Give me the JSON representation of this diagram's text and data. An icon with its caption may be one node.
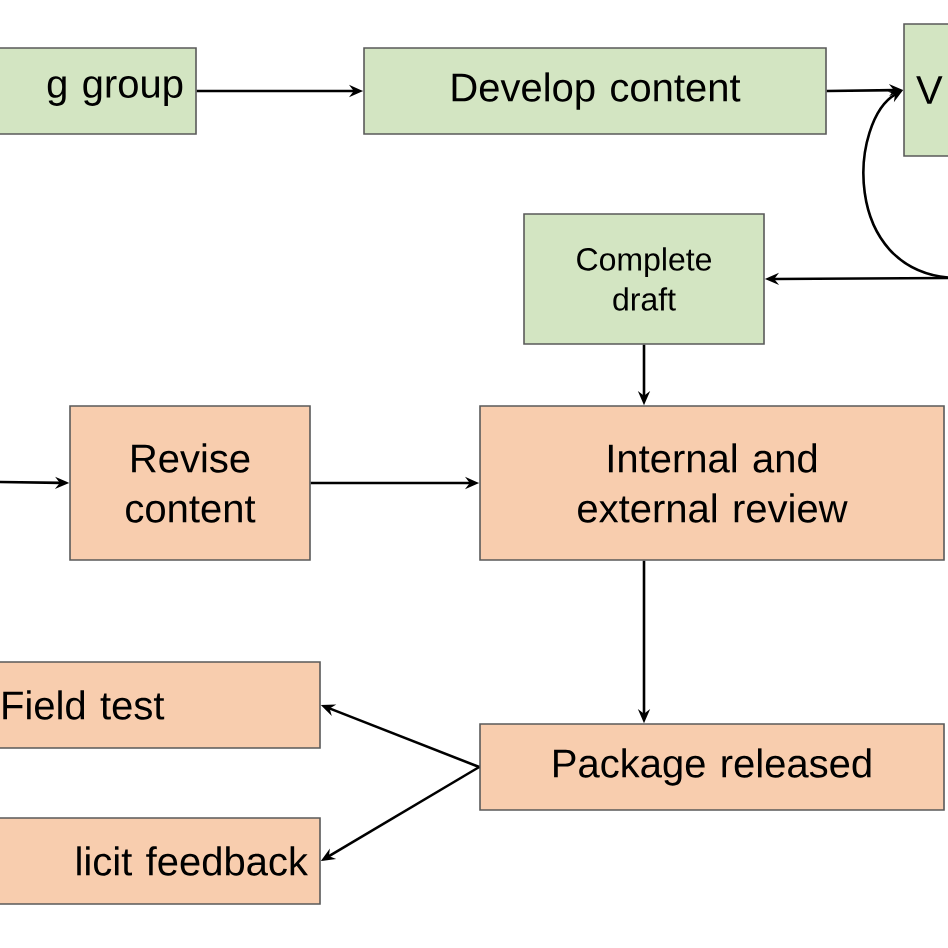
{
  "diagram": {
    "nodes": [
      {
        "text": [
          "g group"
        ]
      },
      {
        "text": [
          "Develop content"
        ]
      },
      {
        "text": [
          "V"
        ]
      },
      {
        "text": [
          "Complete draft"
        ]
      },
      {
        "text": [
          "Revise content"
        ]
      },
      {
        "text": [
          "Internal and external review"
        ]
      },
      {
        "text": [
          "Field test"
        ]
      },
      {
        "text": [
          "licit feedback"
        ]
      },
      {
        "text": [
          "Package released"
        ]
      }
    ],
    "edges": [
      {
        "from": 0,
        "to": 1,
        "arrow": "to"
      },
      {
        "from": 1,
        "to": 2,
        "arrow": "to"
      },
      {
        "from": null,
        "to": 2,
        "arrow": "to"
      },
      {
        "from": null,
        "to": 3,
        "arrow": "to"
      },
      {
        "from": 3,
        "to": 5,
        "arrow": "to"
      },
      {
        "from": null,
        "to": 4,
        "arrow": "to"
      },
      {
        "from": 4,
        "to": 5,
        "arrow": "to"
      },
      {
        "from": 5,
        "to": 8,
        "arrow": "to"
      },
      {
        "from": 8,
        "to": 6,
        "arrow": "to"
      },
      {
        "from": 8,
        "to": 7,
        "arrow": "to"
      }
    ]
  }
}
